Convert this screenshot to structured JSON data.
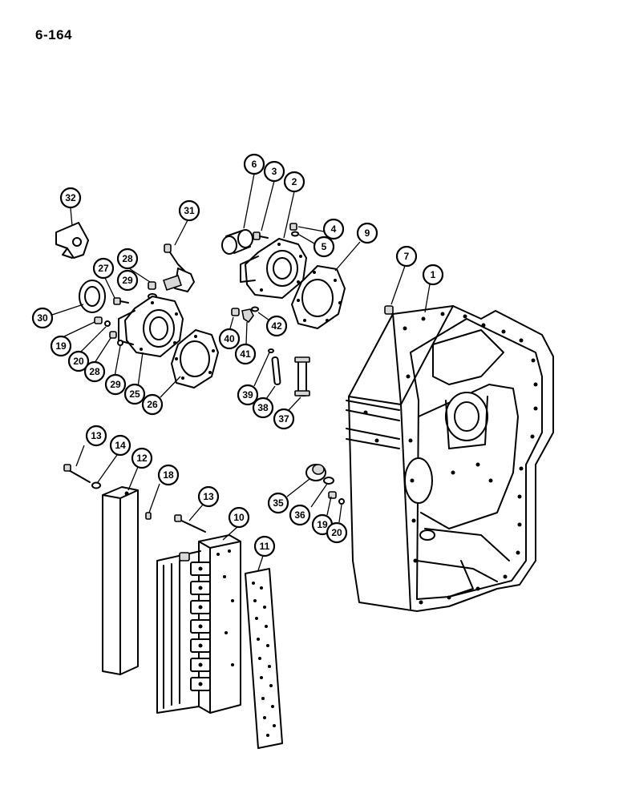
{
  "page_number": "6-164",
  "callouts": [
    {
      "label": "32"
    },
    {
      "label": "31"
    },
    {
      "label": "6"
    },
    {
      "label": "3"
    },
    {
      "label": "2"
    },
    {
      "label": "4"
    },
    {
      "label": "5"
    },
    {
      "label": "9"
    },
    {
      "label": "7"
    },
    {
      "label": "1"
    },
    {
      "label": "27"
    },
    {
      "label": "28"
    },
    {
      "label": "29"
    },
    {
      "label": "30"
    },
    {
      "label": "19"
    },
    {
      "label": "20"
    },
    {
      "label": "28"
    },
    {
      "label": "29"
    },
    {
      "label": "25"
    },
    {
      "label": "26"
    },
    {
      "label": "40"
    },
    {
      "label": "41"
    },
    {
      "label": "42"
    },
    {
      "label": "39"
    },
    {
      "label": "38"
    },
    {
      "label": "37"
    },
    {
      "label": "13"
    },
    {
      "label": "14"
    },
    {
      "label": "12"
    },
    {
      "label": "18"
    },
    {
      "label": "13"
    },
    {
      "label": "10"
    },
    {
      "label": "11"
    },
    {
      "label": "35"
    },
    {
      "label": "36"
    },
    {
      "label": "19"
    },
    {
      "label": "20"
    }
  ]
}
